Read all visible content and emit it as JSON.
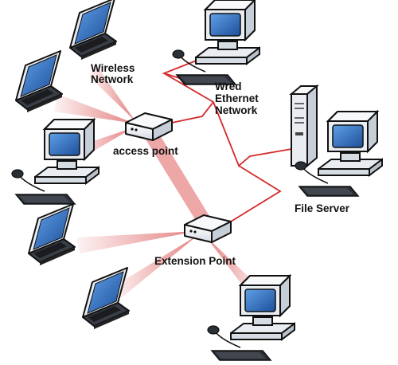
{
  "labels": {
    "wireless_line1": "Wireless",
    "wireless_line2": "Network",
    "wired_line1": "Wred",
    "wired_line2": "Ethernet",
    "wired_line3": "Network",
    "access_point": "access point",
    "file_server": "File Server",
    "extension_point": "Extension Point"
  },
  "colors": {
    "signal": "#e88a8a",
    "cable": "#d42a2a",
    "device_fill": "#f1f3f6",
    "screen": "#2d6fc2",
    "outline": "#111111"
  },
  "icons": {
    "laptop": "laptop-icon",
    "desktop": "desktop-computer-icon",
    "access_point": "access-point-icon",
    "extension_point": "extension-point-icon",
    "server": "file-server-icon"
  }
}
